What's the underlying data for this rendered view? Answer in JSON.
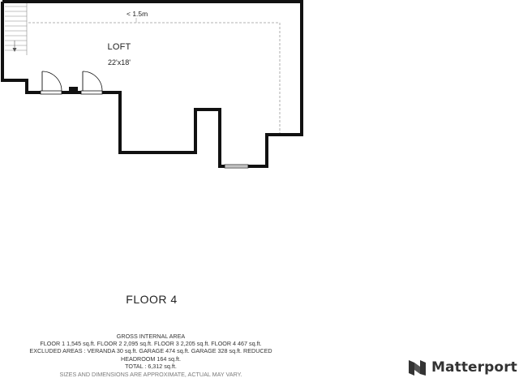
{
  "floor_title": "FLOOR 4",
  "room": {
    "name": "LOFT",
    "dimensions": "22'x18'"
  },
  "height_note": "< 1.5m",
  "area_summary": {
    "heading": "GROSS INTERNAL AREA",
    "line1": "FLOOR 1 1,545 sq.ft.   FLOOR 2 2,095 sq.ft.   FLOOR 3 2,205 sq.ft.   FLOOR 4 467 sq.ft.",
    "line2": "EXCLUDED AREAS :  VERANDA 30 sq.ft.   GARAGE 474 sq.ft.   GARAGE 328 sq.ft.   REDUCED",
    "line3": "HEADROOM 164 sq.ft.",
    "total": "TOTAL :  6,312 sq.ft.",
    "disclaimer": "SIZES AND DIMENSIONS ARE APPROXIMATE, ACTUAL MAY VARY."
  },
  "brand": {
    "name": "Matterport",
    "logo_icon": "matterport-logo-icon",
    "color": "#333333"
  },
  "colors": {
    "wall": "#111111",
    "dashed_line": "#9a9a9a",
    "stair_line": "#888888"
  }
}
